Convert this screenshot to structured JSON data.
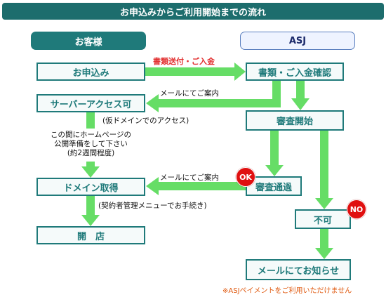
{
  "title": "お申込みからご利用開始までの流れ",
  "columns": {
    "left": "お客様",
    "right": "ASJ"
  },
  "boxes": {
    "apply": "お申込み",
    "server": "サーバーアクセス可",
    "domain": "ドメイン取得",
    "open": "開　店",
    "confirm": "書類・ご入金確認",
    "review": "審査開始",
    "passed": "審査通過",
    "rejected": "不可",
    "notify": "メールにてお知らせ"
  },
  "labels": {
    "send_docs": "書類送付・ご入金",
    "mail1": "メールにてご案内",
    "temp_domain": "(仮ドメインでのアクセス)",
    "prepare": [
      "この間にホームページの",
      "公開準備をして下さい",
      "(約2週間程度)"
    ],
    "mail2": "メールにてご案内",
    "contract": "(契約者管理メニューでお手続き)"
  },
  "badges": {
    "ok": "OK",
    "no": "NO"
  },
  "note": "※ASJペイメントをご利用いただけません",
  "colors": {
    "arrow": "#66dd66",
    "arrow_red": "#e23030",
    "accent": "#1f7a7a"
  }
}
